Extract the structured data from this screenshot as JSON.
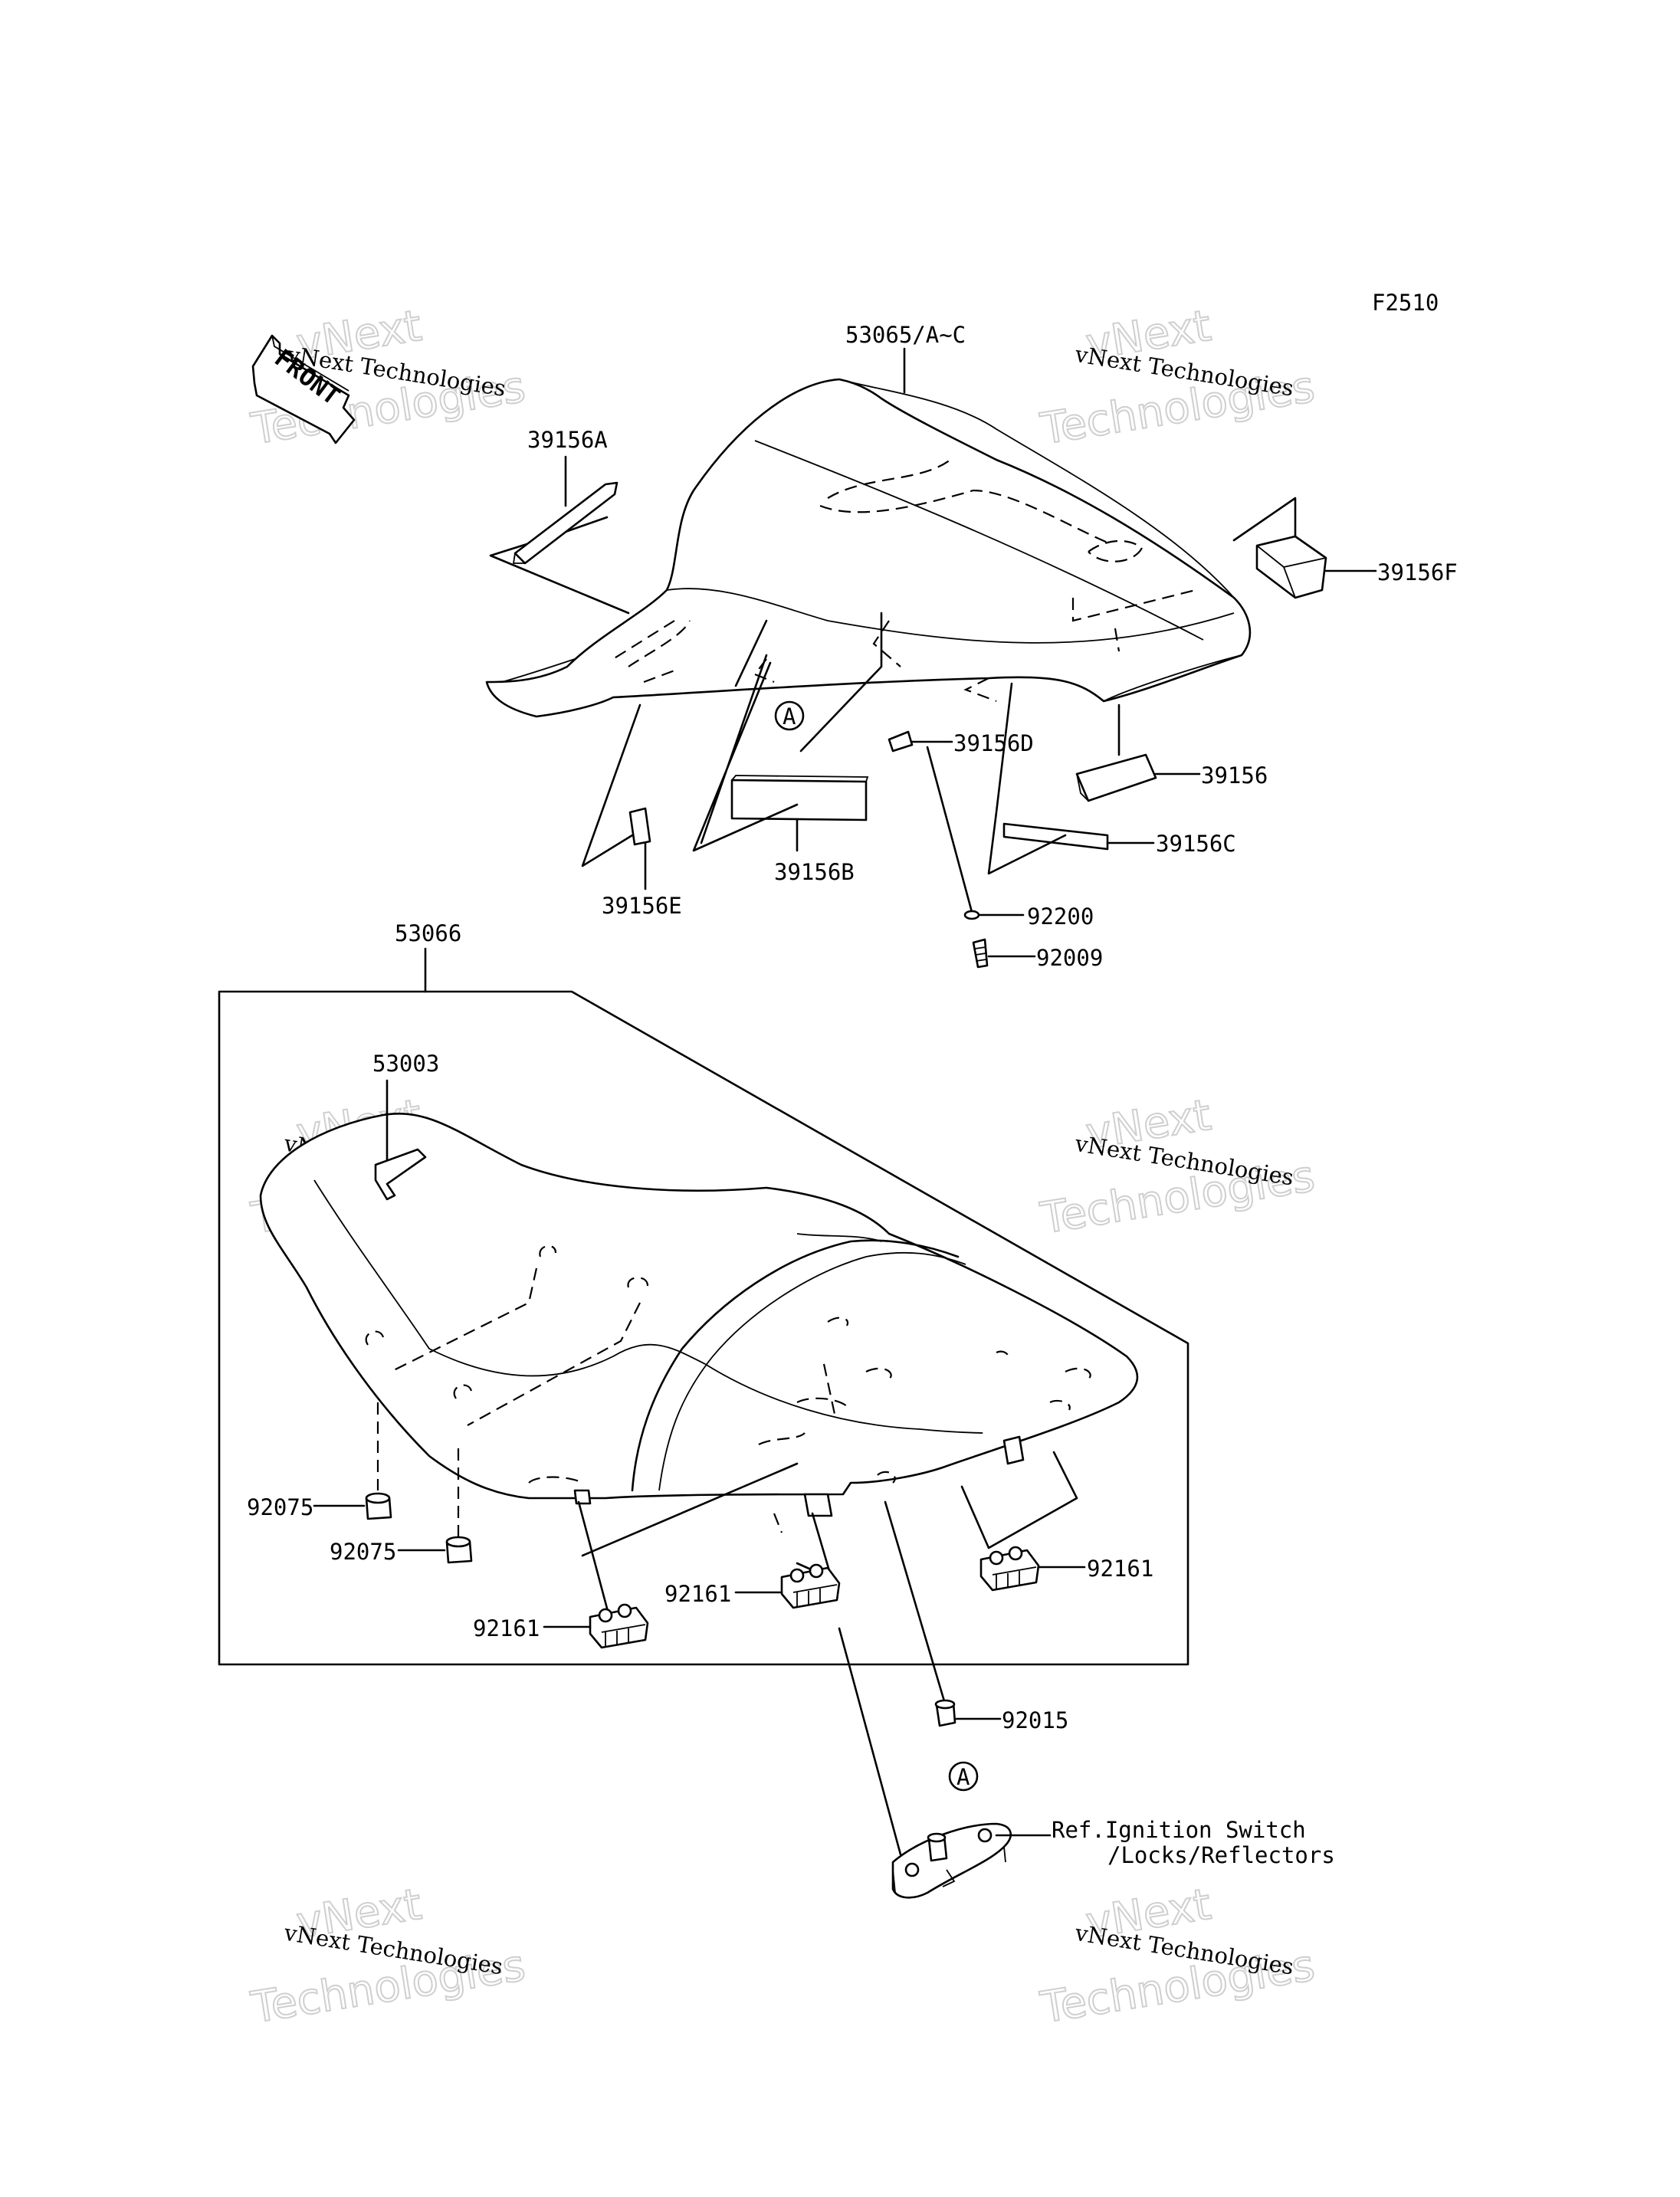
{
  "figure_code": "F2510",
  "front_arrow": {
    "text": "FRONT",
    "icon": "front-arrow-icon"
  },
  "watermark": {
    "line1": "vNext",
    "line2": "vNext Technologies",
    "line3": "Technologies"
  },
  "callouts": {
    "seat_cover": "53065/A~C",
    "pad_a": "39156A",
    "pad_f": "39156F",
    "pad_d": "39156D",
    "pad": "39156",
    "pad_c": "39156C",
    "pad_e": "39156E",
    "pad_b": "39156B",
    "washer": "92200",
    "bolt": "92009",
    "seat": "53066",
    "emblem": "53003",
    "damper_1": "92075",
    "damper_2": "92075",
    "bracket_1": "92161",
    "bracket_2": "92161",
    "bracket_3": "92161",
    "collar": "92015",
    "ref_circle_top": "A",
    "ref_circle_bottom": "A",
    "ref_line1": "Ref.Ignition Switch",
    "ref_line2": "/Locks/Reflectors"
  }
}
